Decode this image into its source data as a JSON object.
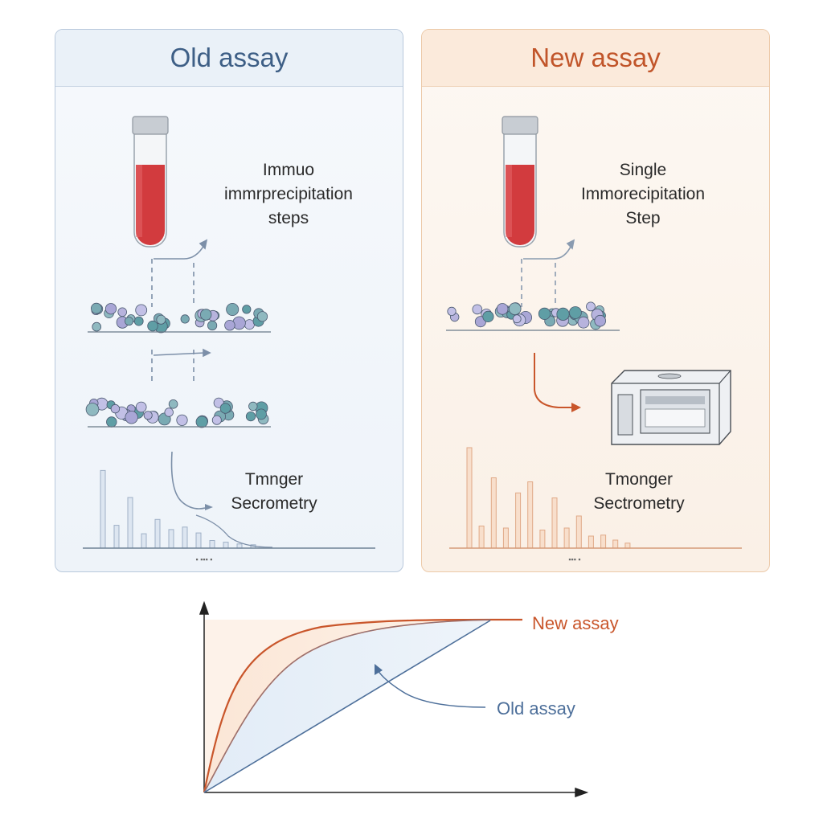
{
  "old_panel": {
    "title": "Old assay",
    "step1": [
      "Immuo",
      "immrprecipitation",
      "steps"
    ],
    "step2": [
      "Tmnger",
      "Secrometry"
    ],
    "axis_label": "▪ ▪▪▪ ▪",
    "spectrum_peaks": [
      0.92,
      0.27,
      0.6,
      0.17,
      0.34,
      0.22,
      0.25,
      0.18,
      0.09,
      0.07,
      0.05,
      0.04
    ]
  },
  "new_panel": {
    "title": "New assay",
    "step1": [
      "Single",
      "Immorecipitation",
      "Step"
    ],
    "step2": [
      "Tmonger",
      "Sectrometry"
    ],
    "axis_label": "▪▪▪ ▪",
    "spectrum_peaks": [
      1.0,
      0.22,
      0.7,
      0.2,
      0.55,
      0.66,
      0.18,
      0.5,
      0.2,
      0.32,
      0.12,
      0.13,
      0.08,
      0.05
    ]
  },
  "comparison_chart": {
    "chart_data": {
      "type": "line",
      "series": [
        {
          "name": "New assay",
          "color": "#c9562b"
        },
        {
          "name": "Old assay",
          "color": "#4d6f9a"
        }
      ],
      "title": "",
      "xlabel": "",
      "ylabel": ""
    },
    "labels": {
      "new": "New assay",
      "old": "Old assay"
    }
  },
  "colors": {
    "old_accent": "#3e5f86",
    "new_accent": "#c1552a",
    "blood": "#d23b3e"
  }
}
